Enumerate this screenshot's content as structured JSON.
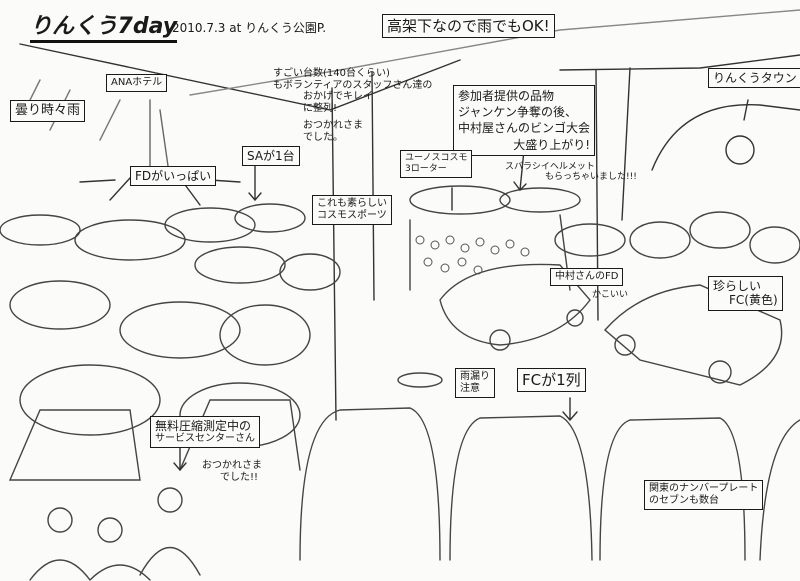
{
  "header": {
    "title": "りんくう7day",
    "date_location": "2010.7.3 at りんくう公園P."
  },
  "annotations": {
    "weather": "曇り時々雨",
    "hotel": "ANAホテル",
    "under_bridge": "高架下なので雨でもOK!",
    "rinku_town": "りんくうタウン",
    "count_note": [
      "すごい台数(140台くらい)",
      "もボランティアのスタッフさん達の",
      "おかげでキレイ",
      "に整列!",
      "おつかれさま",
      "でした。"
    ],
    "prizes": [
      "参加者提供の品物",
      "ジャンケン争奪の後、",
      "中村屋さんのビンゴ大会",
      "大盛り上がり!"
    ],
    "cosmo_3rotor": [
      "ユーノスコスモ",
      "3ローター"
    ],
    "helmet": [
      "スバラシイヘルメット",
      "もらっちゃいました!!!"
    ],
    "fd_many": "FDがいっぱい",
    "sa_one": "SAが1台",
    "cosmo_sport": [
      "これも素らしい",
      "コスモスポーツ"
    ],
    "nakamura_fd": "中村さんのFD",
    "nakamura_fd_comment": "かこいい",
    "yellow_fc": [
      "珍らしい",
      "FC(黄色)"
    ],
    "leak_warning": [
      "雨漏り",
      "注意"
    ],
    "fc_row": "FCが1列",
    "service_center": [
      "無料圧縮測定中の",
      "サービスセンターさん"
    ],
    "service_thanks": [
      "おつかれさま",
      "でした!!"
    ],
    "kanto_plates": [
      "関東のナンバープレート",
      "のセブンも数台"
    ]
  }
}
